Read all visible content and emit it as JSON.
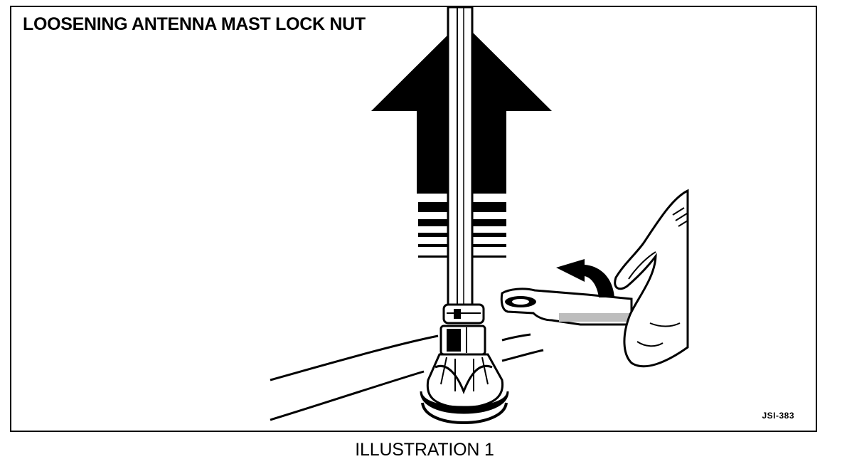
{
  "figure": {
    "title": "LOOSENING ANTENNA MAST LOCK NUT",
    "code": "JSI-383"
  },
  "caption": {
    "text": "ILLUSTRATION 1"
  }
}
